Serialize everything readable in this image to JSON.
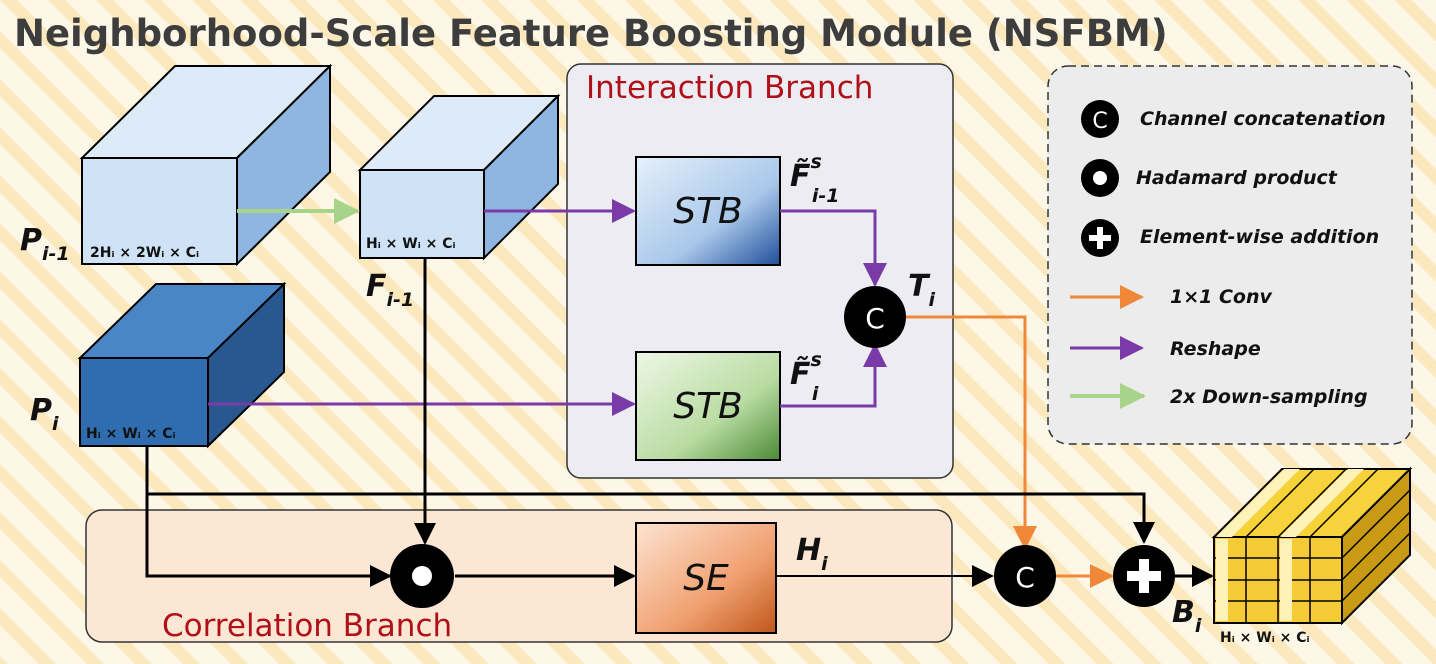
{
  "title": "Neighborhood-Scale Feature Boosting Module (NSFBM)",
  "interaction_branch": "Interaction Branch",
  "correlation_branch": "Correlation Branch",
  "blocks": {
    "stb": "STB",
    "se": "SE"
  },
  "inputs": {
    "p_prev": {
      "base": "P",
      "sub": "i-1",
      "dim": "2Hᵢ × 2Wᵢ × Cᵢ"
    },
    "f_prev": {
      "base": "F",
      "sub": "i-1",
      "dim": "Hᵢ × Wᵢ × Cᵢ"
    },
    "p_cur": {
      "base": "P",
      "sub": "i",
      "dim": "Hᵢ × Wᵢ × Cᵢ"
    }
  },
  "labels": {
    "f_tilde_prev": {
      "base": "F̃",
      "sup": "s",
      "sub": "i-1"
    },
    "f_tilde_cur": {
      "base": "F̃",
      "sup": "s",
      "sub": "i"
    },
    "t": {
      "base": "T",
      "sub": "i"
    },
    "h": {
      "base": "H",
      "sub": "i"
    },
    "b": {
      "base": "B",
      "sub": "i",
      "dim": "Hᵢ × Wᵢ × Cᵢ"
    }
  },
  "ops": {
    "concat_symbol": "C"
  },
  "legend": [
    {
      "icon": "concat-icon",
      "label": "Channel concatenation"
    },
    {
      "icon": "hadamard-icon",
      "label": "Hadamard product"
    },
    {
      "icon": "add-icon",
      "label": "Element-wise addition"
    },
    {
      "icon": "orange-arrow-icon",
      "label": "1×1  Conv",
      "color": "#f0883a"
    },
    {
      "icon": "purple-arrow-icon",
      "label": "Reshape",
      "color": "#7a3aa8"
    },
    {
      "icon": "green-arrow-icon",
      "label": "2x  Down-sampling",
      "color": "#a8d48a"
    }
  ],
  "colors": {
    "orange": "#f0883a",
    "purple": "#7a3aa8",
    "green": "#a8d48a",
    "title_red": "#b01018"
  }
}
